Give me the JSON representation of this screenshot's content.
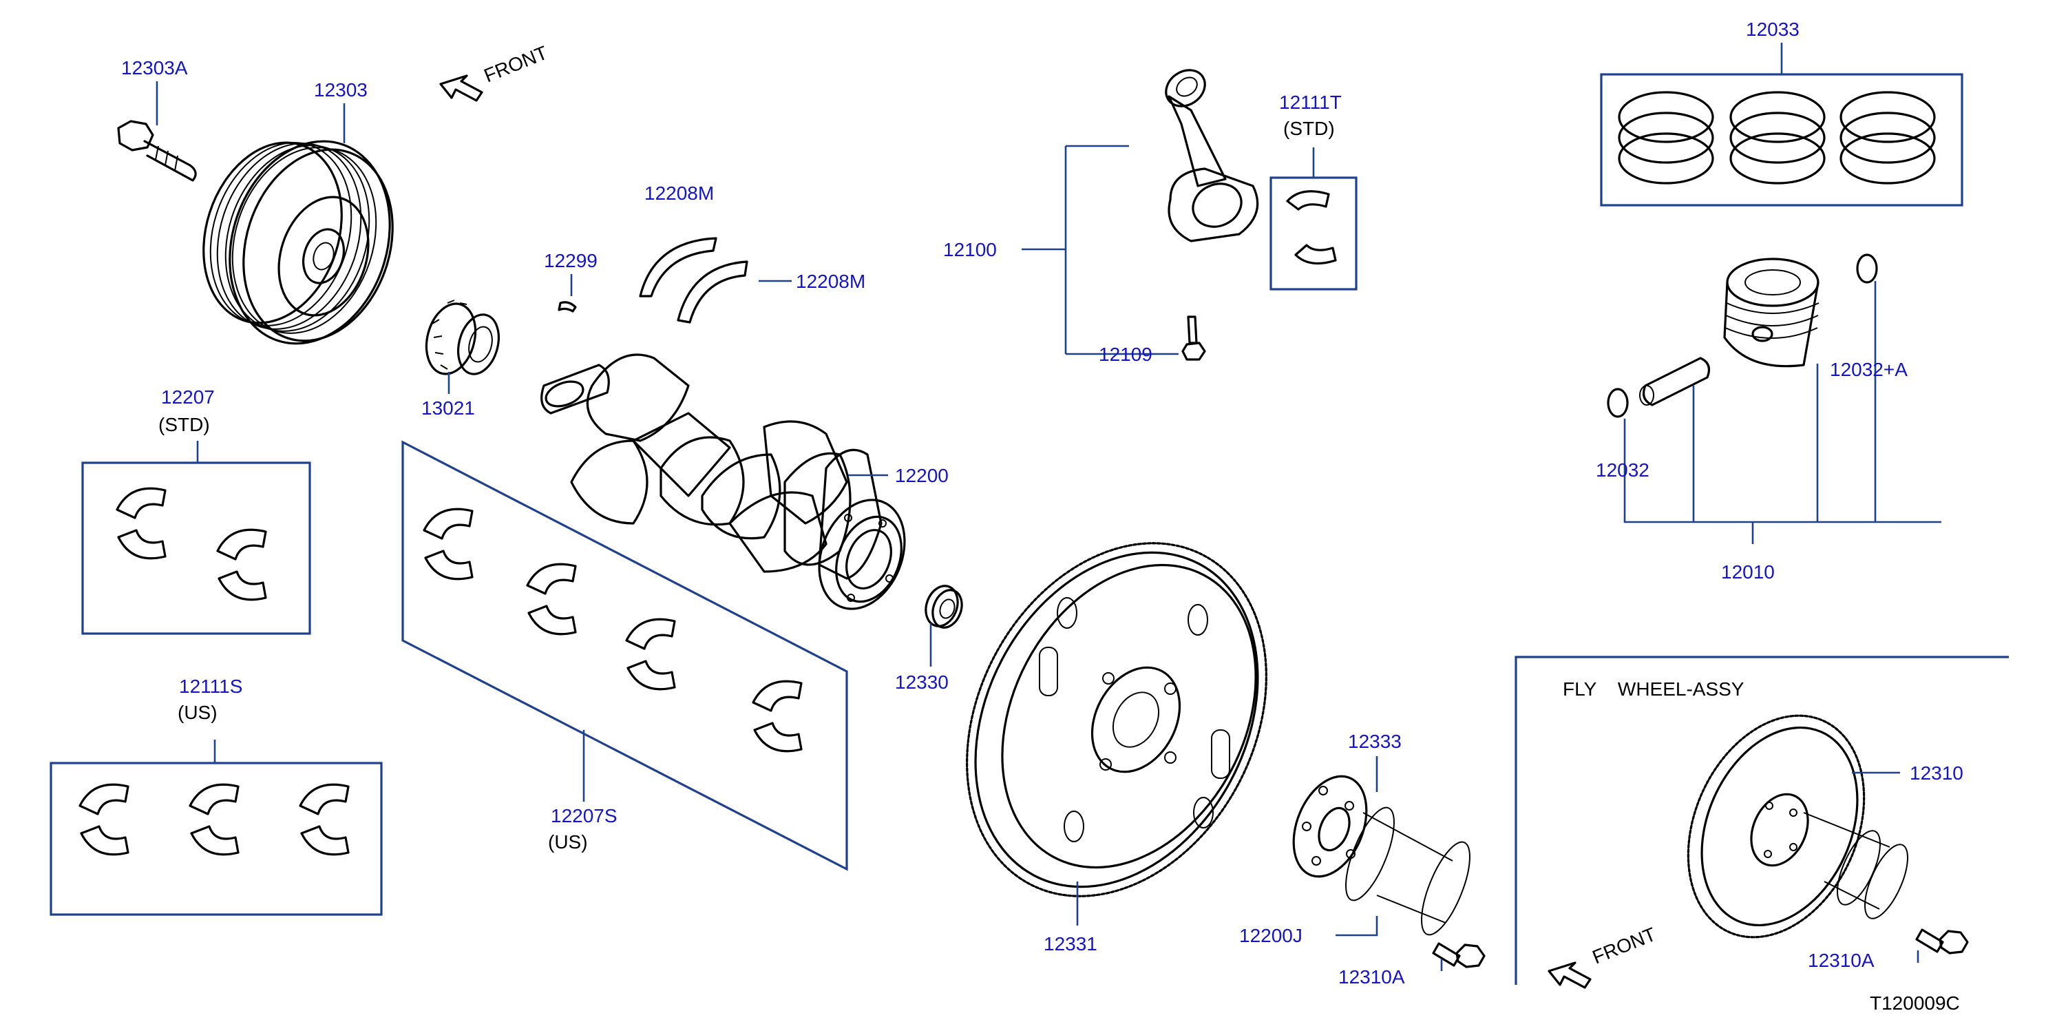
{
  "colors": {
    "callout": "#1414c8",
    "leader": "#1f3f8f",
    "phantom": "#e11414",
    "ink": "#000000"
  },
  "direction": {
    "front_top": "FRONT",
    "front_inset": "FRONT"
  },
  "inset": {
    "title": "FLY    WHEEL-ASSY"
  },
  "drawing_number": "T120009C",
  "parts": {
    "p12303A": "12303A",
    "p12303": "12303",
    "p13021": "13021",
    "p12299": "12299",
    "p12208M_a": "12208M",
    "p12208M_b": "12208M",
    "p12207": "12207",
    "p12207_note": "(STD)",
    "p12111S": "12111S",
    "p12111S_note": "(US)",
    "p12207S": "12207S",
    "p12207S_note": "(US)",
    "p12200": "12200",
    "p12330": "12330",
    "p12331": "12331",
    "p12333": "12333",
    "p12200J": "12200J",
    "p12310A_a": "12310A",
    "p12100": "12100",
    "p12109": "12109",
    "p12111T": "12111T",
    "p12111T_note": "(STD)",
    "p12033": "12033",
    "p12032A": "12032+A",
    "p12032": "12032",
    "p12010": "12010",
    "p12310": "12310",
    "p12310A_b": "12310A"
  }
}
